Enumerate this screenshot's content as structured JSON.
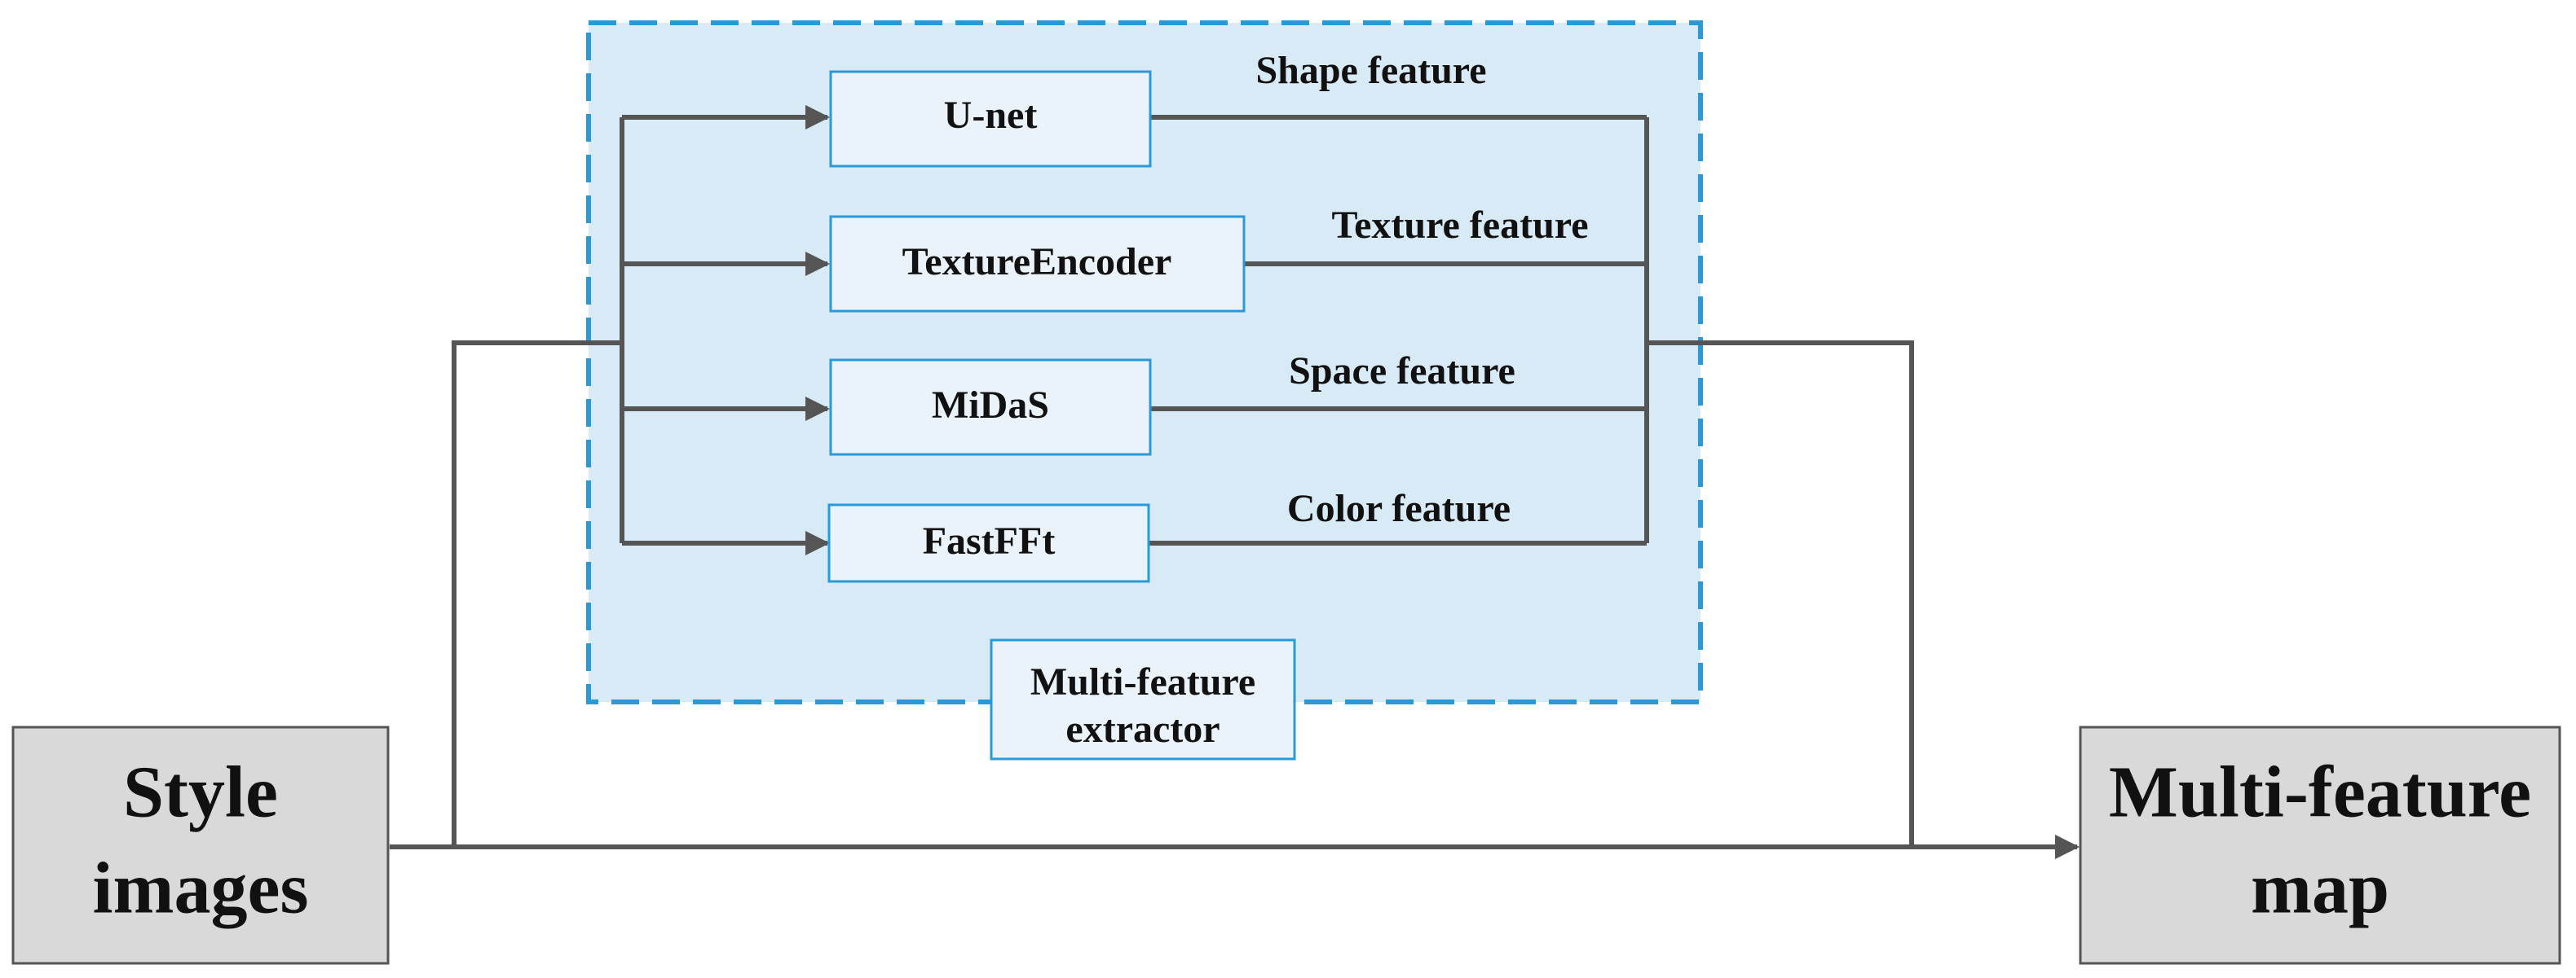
{
  "colors": {
    "line": "#555555",
    "panel_fill": "#d8eaf6",
    "panel_border": "#2a9ad6",
    "module_fill": "#eaf3fa",
    "module_border": "#2a9ad6",
    "io_fill": "#d9d9d9",
    "io_border": "#555555"
  },
  "input": {
    "line1": "Style",
    "line2": "images"
  },
  "output": {
    "line1": "Multi-feature",
    "line2": "map"
  },
  "extractor": {
    "line1": "Multi-feature",
    "line2": "extractor"
  },
  "modules": [
    {
      "name": "U-net",
      "feature": "Shape feature"
    },
    {
      "name": "TextureEncoder",
      "feature": "Texture feature"
    },
    {
      "name": "MiDaS",
      "feature": "Space feature"
    },
    {
      "name": "FastFFt",
      "feature": "Color feature"
    }
  ]
}
